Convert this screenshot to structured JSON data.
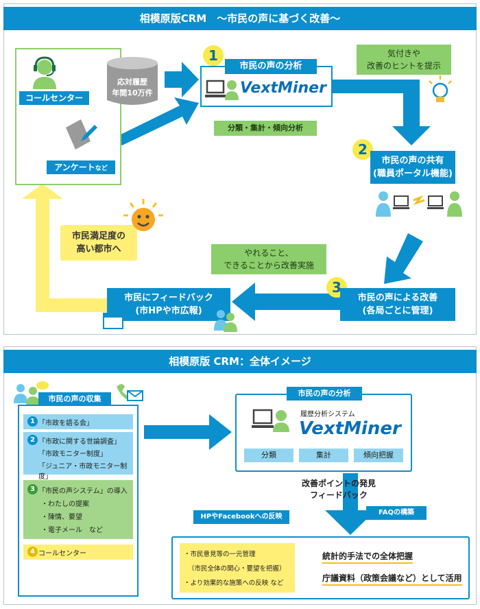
{
  "top": {
    "title": "相模原版CRM　～市民の声に基づく改善～",
    "channels": {
      "call_center": "コールセンター",
      "history": [
        "応対履歴",
        "年間10万件"
      ],
      "survey": "アンケート",
      "survey_suffix": "など"
    },
    "step1": {
      "num": "1",
      "title": "市民の声の分析",
      "logo": "VextMiner",
      "tag": "分類・集計・傾向分析"
    },
    "hint": [
      "気付きや",
      "改善のヒントを提示"
    ],
    "step2": {
      "num": "2",
      "title": [
        "市民の声の共有",
        "(職員ポータル機能)"
      ]
    },
    "step3": {
      "num": "3",
      "title": [
        "市民の声による改善",
        "(各局ごとに管理)"
      ]
    },
    "implement": [
      "やれること、",
      "できることから改善実施"
    ],
    "feedback": [
      "市民にフィードバック",
      "(市HPや市広報)"
    ],
    "goal": [
      "市民満足度の",
      "高い都市へ"
    ]
  },
  "bottom": {
    "title": "相模原版 CRM：全体イメージ",
    "collect": {
      "title": "市民の声の収集",
      "items": [
        {
          "num": "1",
          "lines": [
            "「市政を語る会」"
          ]
        },
        {
          "num": "2",
          "lines": [
            "「市政に関する世論調査」",
            "「市政モニター制度」",
            "「ジュニア・市政モニター制度」"
          ]
        },
        {
          "num": "3",
          "lines": [
            "「市民の声システム」の導入",
            "・わたしの提案",
            "・陳情、要望",
            "・電子メール　など"
          ]
        },
        {
          "num": "4",
          "lines": [
            "コールセンター"
          ]
        }
      ]
    },
    "analysis": {
      "title": "市民の声の分析",
      "system": "履歴分析システム",
      "logo": "VextMiner",
      "tabs": [
        "分類",
        "集計",
        "傾向把握"
      ]
    },
    "discovery": [
      "改善ポイントの発見",
      "フィードバック"
    ],
    "left_tag": "HPやFacebookへの反映",
    "right_tag": "FAQの構築",
    "results": {
      "left": [
        "・市民意見等の一元管理",
        "（市民全体の関心・要望を把握）",
        "・より効果的な施策への反映 など"
      ],
      "out1": "統計的手法での全体把握",
      "out2": "庁議資料（政策会議など）として活用"
    }
  },
  "colors": {
    "blue": "#0c8fcd",
    "green": "#8ccd6c",
    "yellow": "#ffef76",
    "light_blue": "#93d5f0"
  }
}
